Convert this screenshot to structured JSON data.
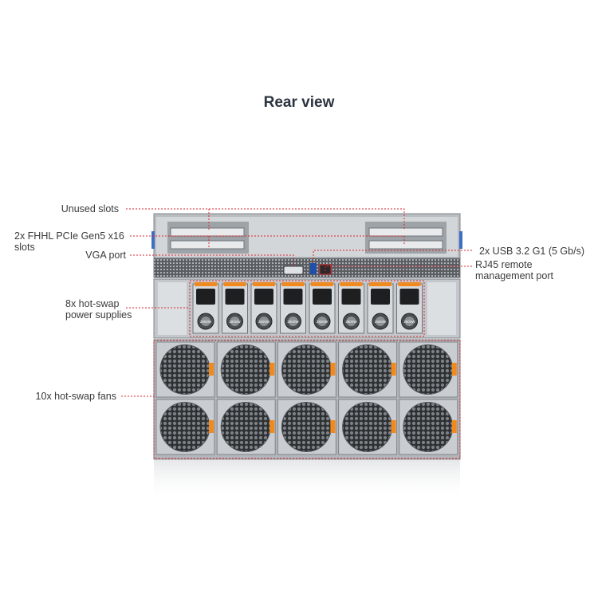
{
  "title": "Rear view",
  "colors": {
    "accent_dotted": "#d9262e",
    "fan_latch": "#f08a1e",
    "psu_handle": "#f08a1e",
    "chassis": "#9aa0a6",
    "fan_grille": "#3a3d40"
  },
  "callouts": {
    "unused_slots": "Unused slots",
    "pcie_slots": "2x FHHL PCIe Gen5 x16\nslots",
    "vga_port": "VGA port",
    "usb": "2x USB 3.2 G1 (5 Gb/s)",
    "rj45": "RJ45 remote\nmanagement port",
    "psu": "8x hot-swap\npower supplies",
    "fans": "10x hot-swap fans"
  },
  "psu_label": "2800W"
}
